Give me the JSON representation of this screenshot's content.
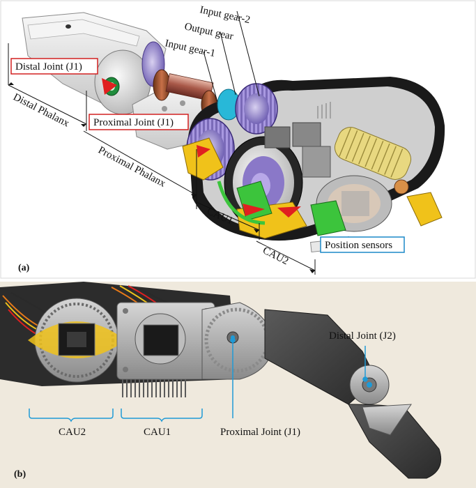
{
  "panel_a": {
    "tag": "(a)",
    "labels": {
      "input_gear_2": "Input gear-2",
      "output_gear": "Output gear",
      "input_gear_1": "Input gear-1",
      "distal_joint": "Distal Joint (J1)",
      "proximal_joint": "Proximal Joint (J1)",
      "distal_phalanx": "Distal Phalanx",
      "proximal_phalanx": "Proximal Phalanx",
      "cau1": "CAU1",
      "cau2": "CAU2",
      "position_sensors": "Position sensors"
    },
    "colors": {
      "red_box": "#d22020",
      "blue_box": "#1a88c8",
      "belt": "#1a1a1a",
      "gear_purple": "#8a78c8",
      "gear_cyan": "#28b8d8",
      "sensor_green": "#3cc43c",
      "bracket_yellow": "#f0c21a",
      "arrow_red": "#e02020",
      "spring_yellow": "#e8d880",
      "housing_white": "#e6e6e6"
    }
  },
  "panel_b": {
    "tag": "(b)",
    "labels": {
      "distal_joint": "Distal Joint (J2)",
      "proximal_joint": "Proximal Joint (J1)",
      "cau2": "CAU2",
      "cau1": "CAU1"
    },
    "colors": {
      "pointer": "#1f9ad6",
      "background": "#efe9dd",
      "metal": "#b8b8b8",
      "dark_part": "#3a3a3a"
    }
  }
}
